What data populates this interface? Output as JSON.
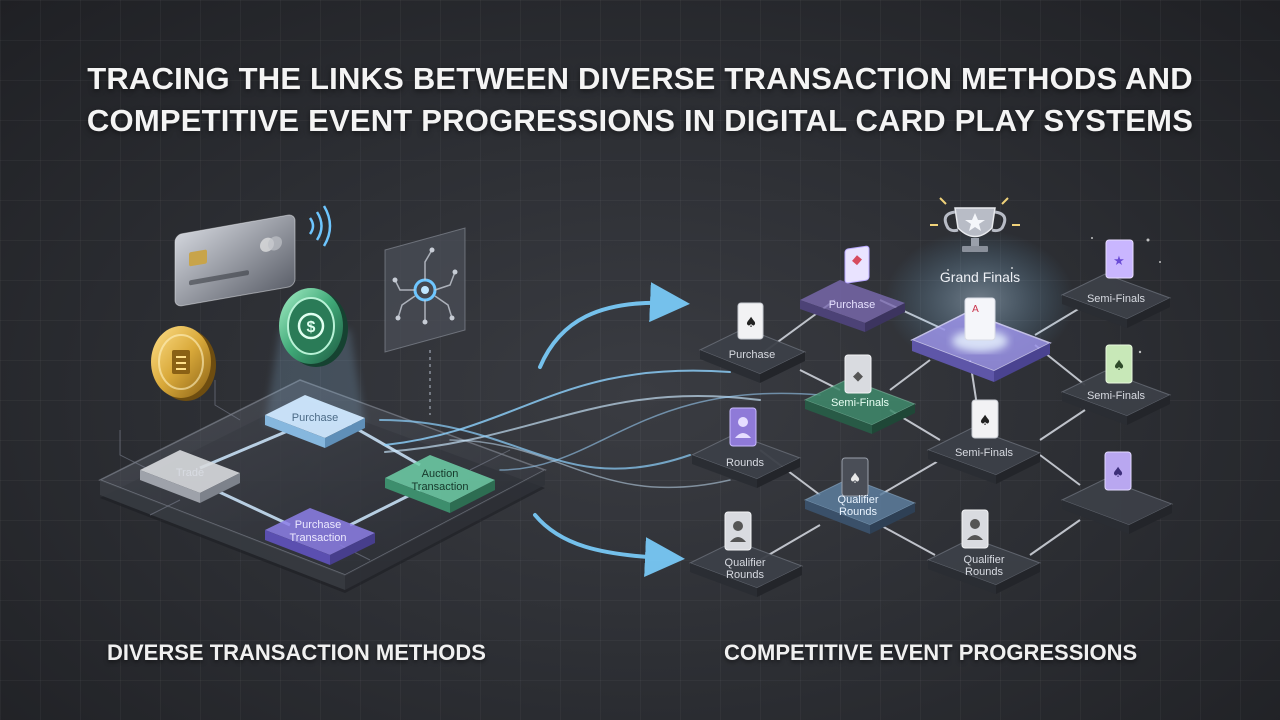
{
  "title": {
    "line1": "TRACING THE LINKS BETWEEN DIVERSE TRANSACTION METHODS AND",
    "line2": "COMPETITIVE EVENT PROGRESSIONS IN DIGITAL CARD PLAY SYSTEMS"
  },
  "left_section": {
    "label": "DIVERSE TRANSACTION METHODS",
    "nodes": {
      "trade": "Trade",
      "purchase": "Purchase",
      "auction": "Auction\nTransaction",
      "purchase_transaction": "Purchase\nTransaction"
    },
    "icons": [
      "credit-card-icon",
      "contactless-icon",
      "gold-coin-icon",
      "green-token-icon",
      "circuit-chip-icon",
      "trophy-icon"
    ]
  },
  "right_section": {
    "label": "COMPETITIVE EVENT PROGRESSIONS",
    "nodes": {
      "purchase_top": "Purchase",
      "purchase_left": "Purchase",
      "grand_finals": "Grand Finals",
      "semi_finals_tr": "Semi-Finals",
      "semi_finals_mid": "Semi-Finals",
      "semi_finals_r": "Semi-Finals",
      "semi_finals_c": "Semi-Finals",
      "rounds": "Rounds",
      "qualifier_c": "Qualifier\nRounds",
      "qualifier_bl": "Qualifier\nRounds",
      "qualifier_br": "Qualifier\nRounds"
    }
  },
  "colors": {
    "background": "#2b2d32",
    "accent_blue": "#6ec6ff",
    "accent_green": "#5fd3a0",
    "accent_purple": "#9a86f5",
    "gold": "#d9a93a"
  }
}
